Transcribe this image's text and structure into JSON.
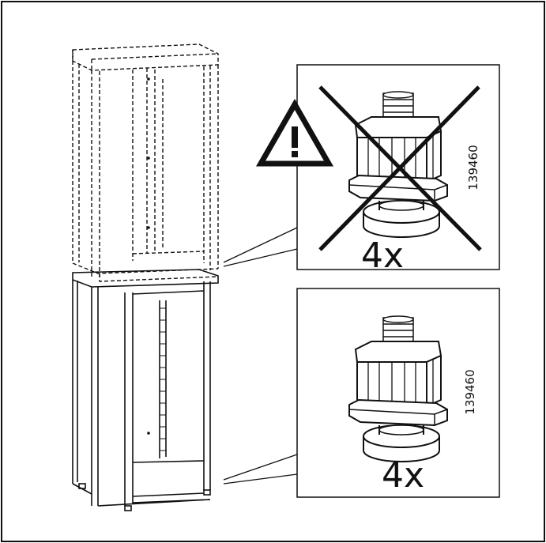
{
  "panels": {
    "wrong": {
      "quantity": "4x",
      "article_number": "139460",
      "warning_icon": "warning-triangle-icon",
      "status": "not-allowed-cross"
    },
    "right": {
      "quantity": "4x",
      "article_number": "139460"
    }
  },
  "colors": {
    "line": "#111111",
    "background": "#ffffff"
  }
}
